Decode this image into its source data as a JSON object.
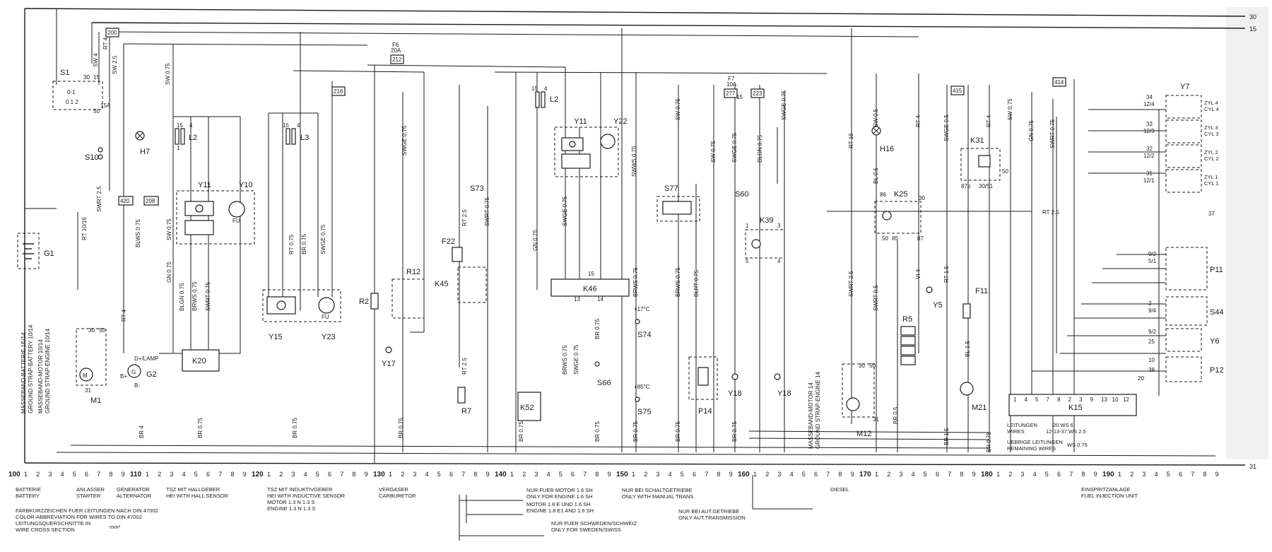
{
  "rails": {
    "top": "30",
    "second": "15",
    "ground": "31"
  },
  "components": {
    "G1": "G1",
    "S1": "S1",
    "S10": "S10",
    "H7": "H7",
    "M1": "M1",
    "G2": "G2",
    "Y11a": "Y11",
    "Y10": "Y10",
    "L2a": "L2",
    "K20": "K20",
    "L3": "L3",
    "Y15": "Y15",
    "Y23": "Y23",
    "R2": "R2",
    "R12": "R12",
    "Y17": "Y17",
    "F6": "F6",
    "F6_rating": "20A",
    "L2b": "L2",
    "Y11b": "Y11",
    "Y22": "Y22",
    "S73": "S73",
    "F22": "F22",
    "K45": "K45",
    "R7": "R7",
    "K46": "K46",
    "K52": "K52",
    "S74": "S74",
    "S74_temp": "+17°C",
    "S66": "S66",
    "S75": "S75",
    "S75_temp": "+85°C",
    "S77": "S77",
    "F7": "F7",
    "F7_rating": "10A",
    "S60": "S60",
    "K39": "K39",
    "P14": "P14",
    "Y18a": "Y18",
    "Y18b": "Y18",
    "H16": "H16",
    "K25": "K25",
    "M12": "M12",
    "R5": "R5",
    "Y5": "Y5",
    "K31": "K31",
    "F11": "F11",
    "M21": "M21",
    "Y7": "Y7",
    "P11": "P11",
    "S44": "S44",
    "Y6": "Y6",
    "P12": "P12",
    "K15": "K15",
    "fu1": "FU",
    "fu2": "FU"
  },
  "ref_boxes": [
    "200",
    "216",
    "212",
    "277",
    "223",
    "414",
    "415",
    "420",
    "208"
  ],
  "wire_labels": {
    "w_sw4": "SW 4",
    "w_rt4": "RT 4",
    "w_sw25": "SW 2.5",
    "w_swrt25": "SWRT 2.5",
    "w_rt1016": "RT 10/16",
    "w_blws075": "BLWS 0.75",
    "w_rt4b": "RT 4",
    "w_sw075a": "SW 0.75",
    "w_gn075a": "GN 0.75",
    "w_blgn075": "BLGN 0.75",
    "w_brws075a": "BRWS 0.75",
    "w_br075a": "BR 0.75",
    "w_swrt075a": "SWRT 0.75",
    "w_br4": "BR 4",
    "w_rt075a": "RT 0.75",
    "w_br075b": "BR 0.75",
    "w_swge075a": "SWGE 0.75",
    "w_br075c": "BR 0.75",
    "w_br075d": "BR 0.75",
    "w_swge075b": "SWGE 0.75",
    "w_rt25a": "RT 2.5",
    "w_swrt075b": "SWRT 0.75",
    "w_rt25b": "RT 2.5",
    "w_br075e": "BR 0.75",
    "w_gn075b": "GN 0.75",
    "w_swge075c": "SWGE 0.75",
    "w_swws075": "SWWS 0.75",
    "w_brws075b": "BRWS 0.75",
    "w_brws075c": "BRWS 0.75",
    "w_swge075d": "SWGE 0.75",
    "w_br075f": "BR 0.75",
    "w_br075g": "BR 0.75",
    "w_sw075b": "SW 0.75",
    "w_brws075d": "BRWS 0.75",
    "w_blrt075": "BLRT 0.75",
    "w_br075h": "BR 0.75",
    "w_sw075c": "SW 0.75",
    "w_swge075e": "SWGE 0.75",
    "w_br075i": "BR 0.75",
    "w_blgn075b": "BLGN 0.75",
    "w_sw075d": "SW 0.75",
    "w_br075j": "BR 0.75",
    "w_swge075f": "SWGE 0.75",
    "w_rt16": "RT 16",
    "w_bl05": "BL 0.5",
    "w_swrt25b": "SWRT 2.5",
    "w_swrt05": "SWRT 0.5",
    "w_rt4c": "RT 4",
    "w_vi4": "VI 4",
    "w_swge05": "SWGE 0.5",
    "w_rt15": "RT 1.5",
    "w_br05": "BR 0.5",
    "w_bl15": "BL 1.5",
    "w_br15": "BR 1.5",
    "w_sw05": "SW 0.5",
    "w_sw075e": "SW 0.75",
    "w_gn075c": "GN 0.75",
    "w_swrt075c": "SWRT 0.75",
    "w_rt4d": "RT 4",
    "w_rt25c": "RT 2.5",
    "w_br075k": "BR 0.75"
  },
  "vertical_notes": {
    "batt": "MASSEBAND-BATTERIE 1E/14",
    "batt_en": "GROUND STRAP-BATTERY 10/14",
    "motor": "MASSEBAND-MOTOR 10/14",
    "motor_en": "GROUND STRAP-ENGINE 10/14",
    "motor2": "MASSEBAND-MOTOR 14",
    "motor2_en": "GROUND STRAP-ENGINE 14"
  },
  "kits": {
    "k20": "K20",
    "k15_pins": [
      "1",
      "4",
      "5",
      "7",
      "8",
      "2",
      "3",
      "9",
      "13",
      "10",
      "12"
    ]
  },
  "scale": {
    "majors": [
      "100",
      "110",
      "120",
      "130",
      "140",
      "150",
      "160",
      "170",
      "180",
      "190"
    ],
    "ones": [
      "1",
      "2",
      "3",
      "4",
      "5",
      "6",
      "7",
      "8",
      "9"
    ]
  },
  "sections": {
    "battery_de": "BATTERIE",
    "battery_en": "BATTERY",
    "starter_de": "ANLASSER",
    "starter_en": "STARTER",
    "generator_de": "GENERATOR",
    "generator_en": "ALTERNATOR",
    "tsz_hall_de": "TSZ MIT HALLGEBER",
    "tsz_hall_en": "HEI WITH HALL SENSOR",
    "tsz_ind_de": "TSZ MIT INDUKTIVGEBER",
    "tsz_ind_en": "HEI WITH INDUCTIVE SENSOR",
    "tsz_ind_motor": "MOTOR 1.3 N   1.3 S",
    "tsz_ind_engine": "ENGINE 1.3 N   1.3 S",
    "carb_de": "VERGASER",
    "carb_en": "CARBURETOR",
    "eng16_de": "NUR FUER MOTOR 1.6 SH",
    "eng16_en": "ONLY FOR ENGINE 1.6 SH",
    "eng18_de": "MOTOR 1.8 E UND 1.6 SH",
    "eng18_en": "ENGINE 1.8 E1 AND 1.6 SH",
    "swe_de": "NUR FUER SCHWEDEN/SCHWEIZ",
    "swe_en": "ONLY FOR SWEDEN/SWISS",
    "man_de": "NUR BEI SCHALTGETRIEBE",
    "man_en": "ONLY WITH MANUAL TRANS.",
    "auto_de": "NUR BEI AUT.GETRIEBE",
    "auto_en": "ONLY AUT.TRANSMISSION",
    "diesel": "DIESEL",
    "fi_de": "EINSPRITZANLAGE",
    "fi_en": "FUEL INJECTION UNIT"
  },
  "footnote": {
    "l1": "FARBKURZZEICHEN FUER LEITUNGEN NACH DIN 47002",
    "l2": "COLOR-ABBREVIATION FOR WIRES TO DIN 47002",
    "l3": "LEITUNGSQUERSCHNITTE IN",
    "l4": "WIRE CROSS SECTION",
    "unit": "mm²"
  },
  "wires_legend": {
    "de": "LEITUNGEN",
    "en": "WIRES",
    "v1": "20 WS 6",
    "v2": "12-13-37 WS 2.5",
    "rem_de": "UEBRIGE LEITUNGEN",
    "rem_en": "REMAINING WIRES",
    "rem_v": "WS 0.75"
  },
  "zyl": {
    "z4": "ZYL 4",
    "c4": "CYL 4",
    "z3": "ZYL 3",
    "c3": "CYL 3",
    "z2": "ZYL 2",
    "c2": "CYL 2",
    "z1": "ZYL 1",
    "c1": "CYL 1"
  },
  "pins": {
    "p30": "30",
    "p50": "50",
    "p15": "15",
    "p4": "4",
    "p1": "1",
    "p31": "31",
    "p86": "86",
    "p85": "85",
    "p87": "87",
    "p87b": "87b",
    "p30_51": "30/51",
    "p12_4": "12/4",
    "p12_3": "12/3",
    "p12_2": "12/2",
    "p12_1": "12/1",
    "p34": "34",
    "p33": "33",
    "p32": "32",
    "p31b": "31",
    "p9_2": "9/2",
    "p5_1": "5/1",
    "p7": "7",
    "p2": "2",
    "p9_4": "9/4",
    "p3": "3",
    "p9_2b": "9/2",
    "p25": "25",
    "p10": "10",
    "p38": "38",
    "p20": "20",
    "p37": "37",
    "p13": "13",
    "p14": "14",
    "p6": "6",
    "p5": "5",
    "p8": "8",
    "p15b": "15",
    "p_bminus": "B-",
    "p_bplus": "B+",
    "p_dplus": "D+/LAMP",
    "p_30a": "30",
    "p_31a": "31",
    "p_15a": "15A",
    "s1_pos": "0-1",
    "s1_pos2": "0 1 2",
    "p_1b": "1"
  }
}
